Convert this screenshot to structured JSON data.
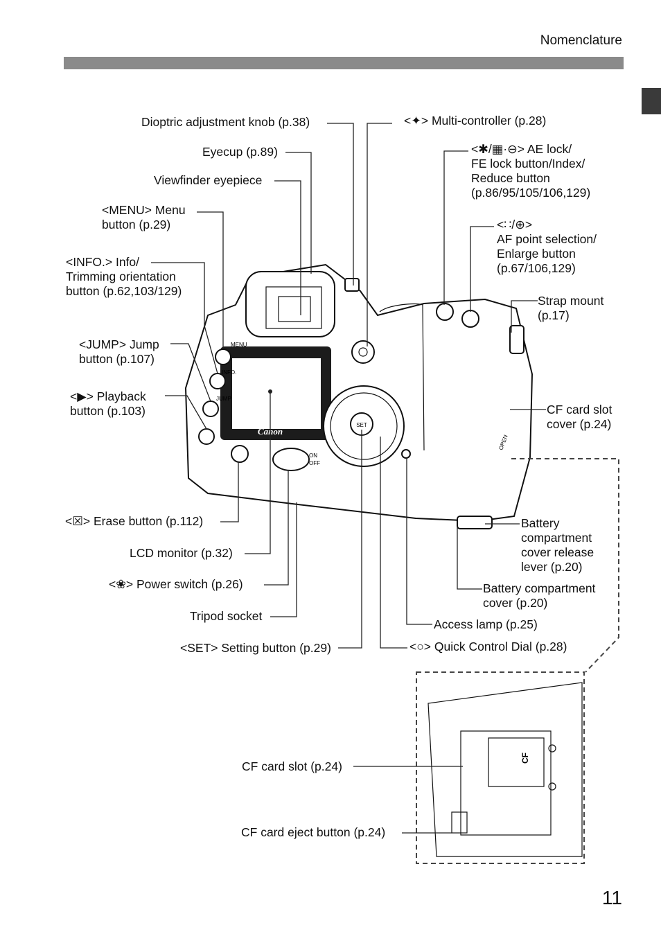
{
  "header": {
    "section": "Nomenclature"
  },
  "page_number": "11",
  "labels": {
    "dioptric": "Dioptric adjustment knob (p.38)",
    "eyecup": "Eyecup (p.89)",
    "viewfinder": "Viewfinder eyepiece",
    "menu_1": "<MENU> Menu",
    "menu_2": "button (p.29)",
    "info_1": "<INFO.> Info/",
    "info_2": "Trimming orientation",
    "info_3": "button (p.62,103/129)",
    "jump_1": "<JUMP> Jump",
    "jump_2": "button (p.107)",
    "play_1": "<▶> Playback",
    "play_2": "button (p.103)",
    "erase": "<☒> Erase button (p.112)",
    "lcd": "LCD monitor (p.32)",
    "power": "<❀> Power switch (p.26)",
    "tripod": "Tripod socket",
    "setting": "<SET> Setting button (p.29)",
    "multi": "<✦> Multi-controller (p.28)",
    "ae_1": "<✱/▦·⊖> AE lock/",
    "ae_2": "FE lock button/Index/",
    "ae_3": "Reduce button",
    "ae_4": "(p.86/95/105/106,129)",
    "af_1": "<∷/⊕>",
    "af_2": "AF point selection/",
    "af_3": "Enlarge button",
    "af_4": "(p.67/106,129)",
    "strap_1": "Strap mount",
    "strap_2": " (p.17)",
    "cfcover_1": "CF card slot",
    "cfcover_2": "cover (p.24)",
    "batlever_1": "Battery",
    "batlever_2": "compartment",
    "batlever_3": "cover release",
    "batlever_4": "lever (p.20)",
    "batcover_1": "Battery compartment",
    "batcover_2": "cover (p.20)",
    "access": "Access lamp (p.25)",
    "qcd": "<○> Quick Control Dial (p.28)",
    "cfslot": "CF card slot (p.24)",
    "cfeject": "CF card eject button (p.24)"
  },
  "camera_text": {
    "brand": "Canon",
    "btn_menu": "MENU",
    "btn_info": "INFO.",
    "btn_jump": "JUMP",
    "btn_set": "SET",
    "sw_on": "ON",
    "sw_off": "OFF",
    "open": "OPEN",
    "cf": "CF"
  }
}
